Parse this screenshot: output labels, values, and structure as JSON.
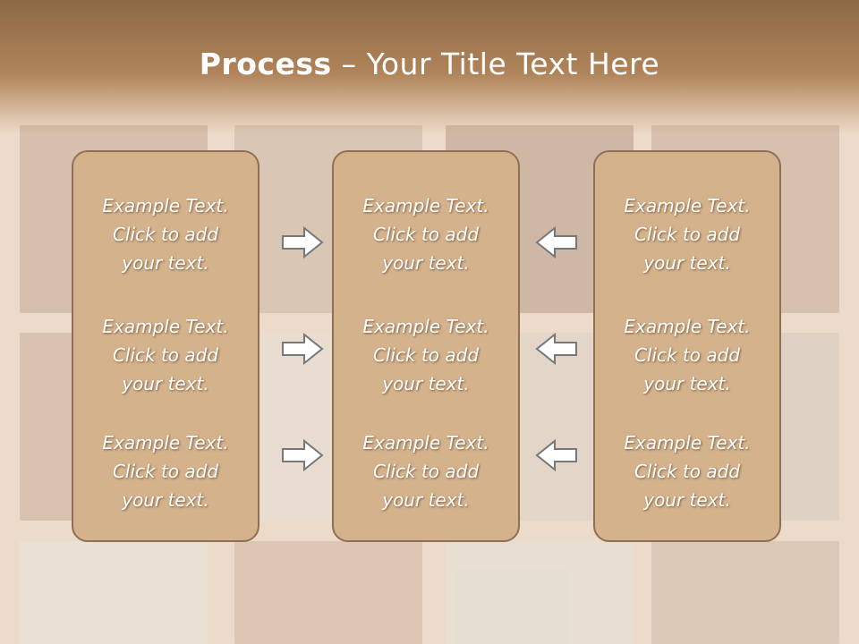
{
  "slide": {
    "title_bold": "Process",
    "title_rest": " – Your Title Text Here"
  },
  "columns": [
    {
      "items": [
        "Example Text.\nClick  to add\nyour text.",
        "Example Text.\nClick  to add\nyour text.",
        "Example Text.\nClick  to add\nyour text."
      ]
    },
    {
      "items": [
        "Example Text.\nClick  to add\nyour text.",
        "Example Text.\nClick  to add\nyour text.",
        "Example Text.\nClick  to add\nyour text."
      ]
    },
    {
      "items": [
        "Example Text.\nClick  to add\nyour text.",
        "Example Text.\nClick  to add\nyour text.",
        "Example Text.\nClick  to add\nyour text."
      ]
    }
  ],
  "arrows": {
    "left_group": [
      "right-arrow-icon",
      "right-arrow-icon",
      "right-arrow-icon"
    ],
    "right_group": [
      "left-arrow-icon",
      "left-arrow-icon",
      "left-arrow-icon"
    ]
  },
  "colors": {
    "header": "#a57b52",
    "box_fill": "#d4b28c",
    "box_border": "#8f7055",
    "text": "#ffffff"
  }
}
